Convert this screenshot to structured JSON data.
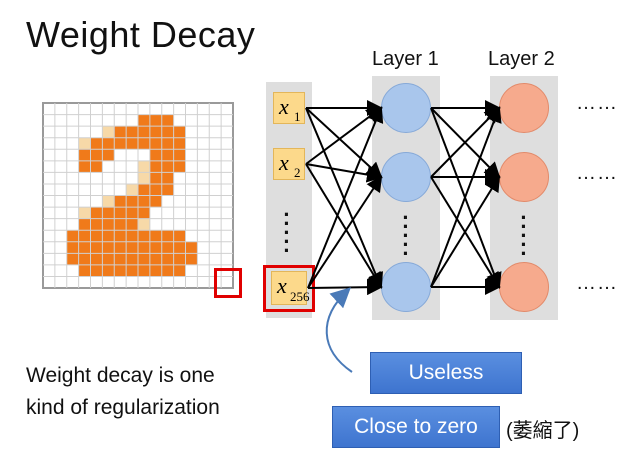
{
  "slide": {
    "title": "Weight Decay",
    "body_lines": [
      "Weight decay is one",
      "kind of regularization"
    ]
  },
  "pixel_grid": {
    "rows": 16,
    "cols": 16,
    "fill_color": "#f07a1a",
    "pale_color": "#f7d9a8",
    "grid_color": "#d0d0d0",
    "border_color": "#9a9a9a",
    "filled_cells": [
      [
        1,
        8
      ],
      [
        1,
        9
      ],
      [
        1,
        10
      ],
      [
        2,
        6
      ],
      [
        2,
        7
      ],
      [
        2,
        8
      ],
      [
        2,
        9
      ],
      [
        2,
        10
      ],
      [
        2,
        11
      ],
      [
        3,
        4
      ],
      [
        3,
        5
      ],
      [
        3,
        6
      ],
      [
        3,
        7
      ],
      [
        3,
        8
      ],
      [
        3,
        9
      ],
      [
        3,
        10
      ],
      [
        3,
        11
      ],
      [
        4,
        3
      ],
      [
        4,
        4
      ],
      [
        4,
        5
      ],
      [
        4,
        9
      ],
      [
        4,
        10
      ],
      [
        4,
        11
      ],
      [
        5,
        3
      ],
      [
        5,
        4
      ],
      [
        5,
        9
      ],
      [
        5,
        10
      ],
      [
        5,
        11
      ],
      [
        6,
        9
      ],
      [
        6,
        10
      ],
      [
        7,
        8
      ],
      [
        7,
        9
      ],
      [
        7,
        10
      ],
      [
        8,
        6
      ],
      [
        8,
        7
      ],
      [
        8,
        8
      ],
      [
        8,
        9
      ],
      [
        9,
        4
      ],
      [
        9,
        5
      ],
      [
        9,
        6
      ],
      [
        9,
        7
      ],
      [
        9,
        8
      ],
      [
        10,
        3
      ],
      [
        10,
        4
      ],
      [
        10,
        5
      ],
      [
        10,
        6
      ],
      [
        10,
        7
      ],
      [
        11,
        2
      ],
      [
        11,
        3
      ],
      [
        11,
        4
      ],
      [
        11,
        5
      ],
      [
        11,
        6
      ],
      [
        11,
        7
      ],
      [
        11,
        8
      ],
      [
        11,
        9
      ],
      [
        11,
        10
      ],
      [
        11,
        11
      ],
      [
        12,
        2
      ],
      [
        12,
        3
      ],
      [
        12,
        4
      ],
      [
        12,
        5
      ],
      [
        12,
        6
      ],
      [
        12,
        7
      ],
      [
        12,
        8
      ],
      [
        12,
        9
      ],
      [
        12,
        10
      ],
      [
        12,
        11
      ],
      [
        12,
        12
      ],
      [
        13,
        2
      ],
      [
        13,
        3
      ],
      [
        13,
        4
      ],
      [
        13,
        5
      ],
      [
        13,
        6
      ],
      [
        13,
        7
      ],
      [
        13,
        8
      ],
      [
        13,
        9
      ],
      [
        13,
        10
      ],
      [
        13,
        11
      ],
      [
        13,
        12
      ],
      [
        14,
        3
      ],
      [
        14,
        4
      ],
      [
        14,
        5
      ],
      [
        14,
        6
      ],
      [
        14,
        7
      ],
      [
        14,
        8
      ],
      [
        14,
        9
      ],
      [
        14,
        10
      ],
      [
        14,
        11
      ]
    ],
    "pale_cells": [
      [
        3,
        3
      ],
      [
        6,
        8
      ],
      [
        7,
        7
      ],
      [
        8,
        5
      ],
      [
        9,
        3
      ],
      [
        10,
        8
      ],
      [
        5,
        8
      ],
      [
        2,
        5
      ]
    ],
    "highlight_color": "#e00000"
  },
  "network": {
    "inputs": [
      {
        "symbol": "x",
        "subscript": "1"
      },
      {
        "symbol": "x",
        "subscript": "2"
      },
      {
        "symbol": "x",
        "subscript": "256"
      }
    ],
    "layers": [
      {
        "label": "Layer 1",
        "color": "#a9c6ec"
      },
      {
        "label": "Layer 2",
        "color": "#f6aa8d"
      }
    ],
    "ellipsis": "……",
    "input_box_color": "#fcd98b",
    "column_color": "#dedede",
    "arrow_color": "#4a7ab8"
  },
  "callouts": {
    "useless": "Useless",
    "close_to_zero": "Close to zero",
    "note": "(萎縮了)"
  }
}
